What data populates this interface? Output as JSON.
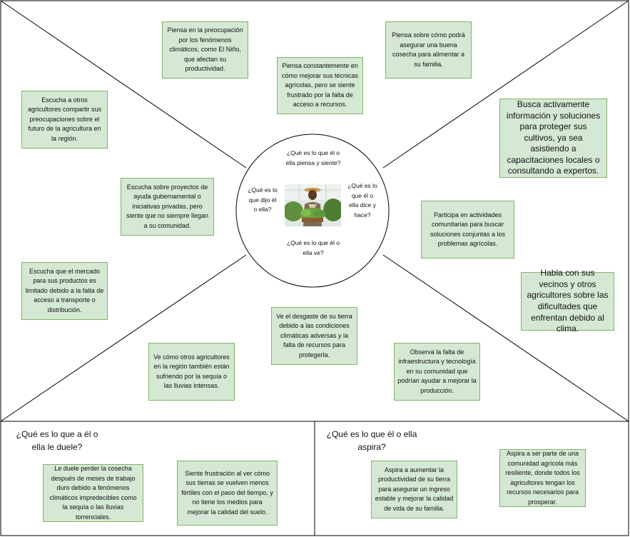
{
  "center": {
    "q_thinks": "¿Qué es lo que él o ella piensa y siente?",
    "q_hears": "¿Qué es lo que dijo él o ella?",
    "q_says": "¿Qué es lo que él o ella dice y hace?",
    "q_sees": "¿Qué es lo que él o ella ve?",
    "photo_icon": "farmer-photo"
  },
  "thinks": {
    "n1": "Piensa en la preocupación por los fenómenos climáticos, como El Niño, que afectan su productividad.",
    "n2": "Piensa constantemente en cómo mejorar sus técnicas agrícolas, pero se siente frustrado por la falta de acceso a recursos.",
    "n3": "Piensa sobre cómo podrá asegurar una buena cosecha para alimentar a su familia."
  },
  "hears": {
    "n1": "Escucha a otros agricultores compartir sus preocupaciones sobre el futuro de la agricultura en la región.",
    "n2": "Escucha sobre proyectos de ayuda gubernamental o iniciativas privadas, pero siente que no siempre llegan a su comunidad.",
    "n3": "Escucha que el mercado para sus productos es limitado debido a la falta de acceso a transporte o distribución."
  },
  "says": {
    "n1": "Busca activamente información y soluciones para proteger sus cultivos, ya sea asistiendo a capacitaciones locales o consultando a expertos.",
    "n2": "Participa en actividades comunitarias para buscar soluciones conjuntas a los problemas agrícolas.",
    "n3": "Habla con sus vecinos y otros agricultores sobre las dificultades que enfrentan debido al clima."
  },
  "sees": {
    "n1": "Ve el desgaste de su tierra debido a las condiciones climáticas adversas y la falta de recursos para protegerla.",
    "n2": "Ve cómo otros agricultores en la región también están sufriendo por la sequía o las lluvias intensas.",
    "n3": "Observa la falta de infraestructura y tecnología en su comunidad que podrían ayudar a mejorar la producción."
  },
  "pains": {
    "title_line1": "¿Qué es lo que a él o",
    "title_line2": "ella le duele?",
    "n1": "Le duele perder la cosecha después de meses de trabajo duro debido a fenómenos climáticos impredecibles como la sequía o las lluvias torrenciales.",
    "n2": "Siente frustración al ver cómo sus tierras se vuelven menos fértiles con el paso del tiempo, y no tiene los medios para mejorar la calidad del suelo."
  },
  "gains": {
    "title_line1": "¿Qué es lo que él o ella",
    "title_line2": "aspira?",
    "n1": "Aspira a aumentar la productividad de su tierra para asegurar un ingreso estable y mejorar la calidad de vida de su familia.",
    "n2": "Aspira a ser parte de una comunidad agrícola más resiliente, donde todos los agricultores tengan los recursos necesarios para prosperar."
  },
  "colors": {
    "note_fill": "#d5e8d4",
    "note_border": "#82b366",
    "line": "#000000"
  }
}
